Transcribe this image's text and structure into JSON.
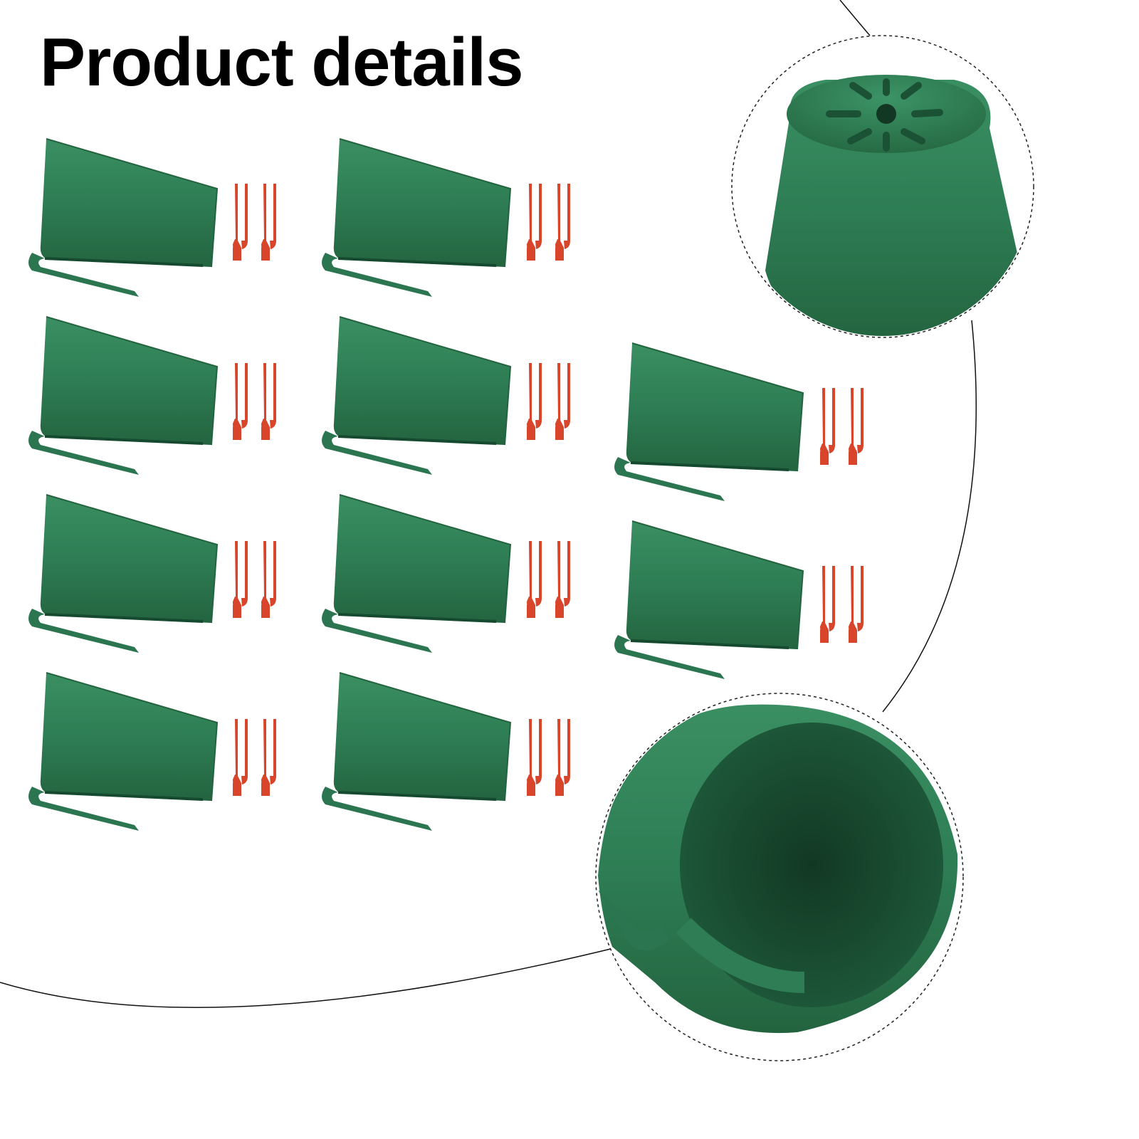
{
  "page": {
    "title": "Product details"
  },
  "colors": {
    "cone_green": "#2e7d54",
    "cone_dark": "#1f5c3d",
    "cone_light": "#3f9467",
    "fork_red": "#d8452b",
    "outline": "#111111"
  },
  "product": {
    "cone_count": 10,
    "forks_per_cone": 2
  },
  "icons": {
    "cone": "green-plant-cone-icon",
    "fork": "red-fork-pin-icon",
    "zoom_top": "cone-top-detail-zoom",
    "zoom_bottom": "cone-opening-detail-zoom"
  }
}
